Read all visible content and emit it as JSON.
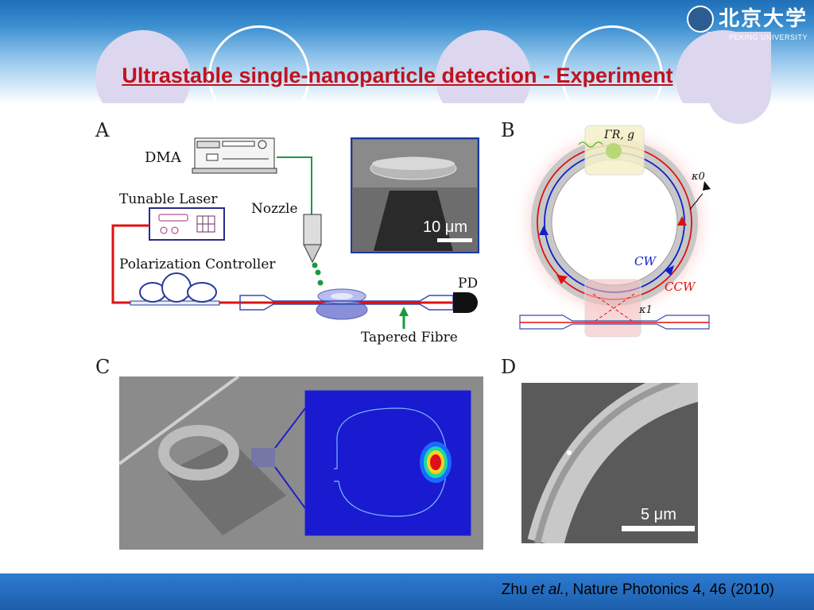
{
  "slide": {
    "title": "Ultrastable single-nanoparticle detection - Experiment",
    "citation": {
      "author": "Zhu",
      "etal": "et al.",
      "rest": ", Nature Photonics 4, 46 (2010)"
    }
  },
  "logo": {
    "chinese": "北京大学",
    "english": "PEKING UNIVERSITY"
  },
  "panel_a": {
    "label": "A",
    "dma": "DMA",
    "tunable_laser": "Tunable Laser",
    "nozzle": "Nozzle",
    "polarization_controller": "Polarization Controller",
    "pd": "PD",
    "tapered_fibre": "Tapered Fibre",
    "scale_bar": "10 μm"
  },
  "panel_b": {
    "label": "B",
    "gamma": "ΓR, g",
    "kappa0": "κ0",
    "kappa1": "κ1",
    "cw": "CW",
    "ccw": "CCW"
  },
  "panel_c": {
    "label": "C"
  },
  "panel_d": {
    "label": "D",
    "scale_bar": "5 μm"
  },
  "colors": {
    "title_red": "#c1121f",
    "banner_blue": "#1f6fb8",
    "fibre_red": "#e01010",
    "cw_blue": "#1020c8",
    "mode_bg": "#1a1ad0"
  }
}
